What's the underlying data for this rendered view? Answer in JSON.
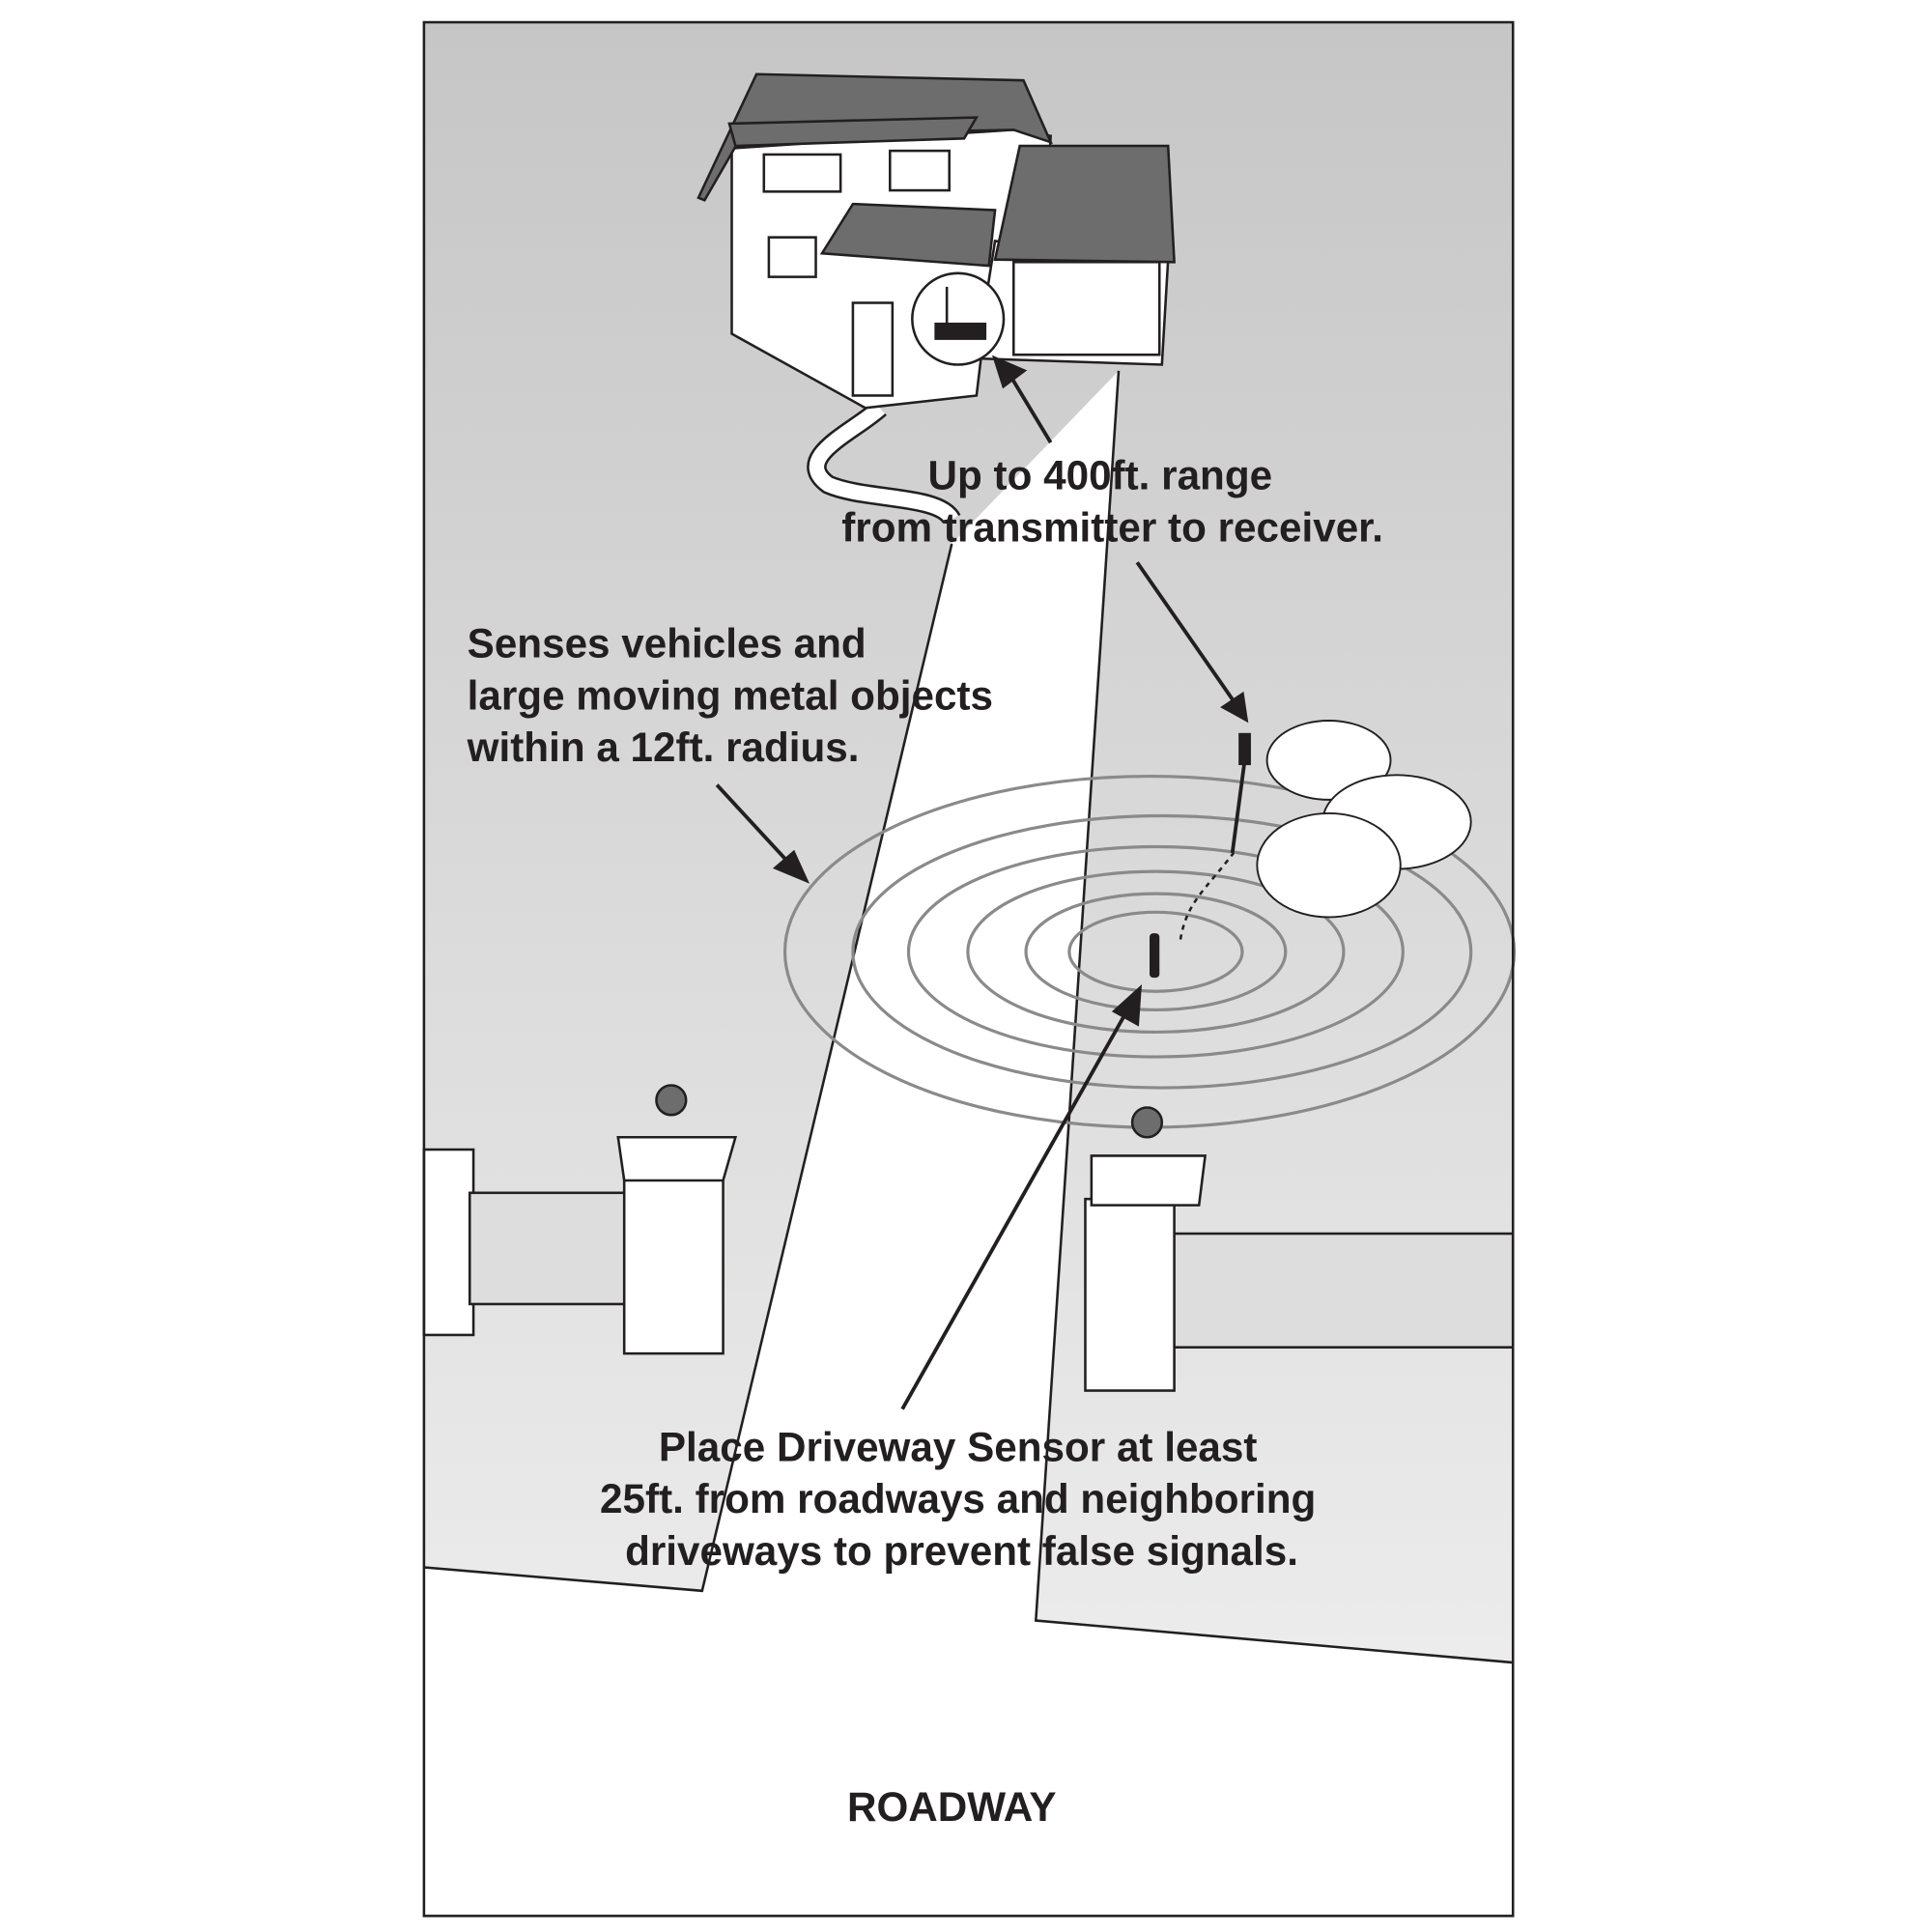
{
  "annotations": {
    "range": [
      "Up to 400ft. range",
      "from transmitter to receiver."
    ],
    "senses": [
      "Senses vehicles and",
      "large moving metal objects",
      "within a 12ft. radius."
    ],
    "placement": [
      "Place Driveway Sensor at least",
      "25ft. from roadways and neighboring",
      "driveways to prevent false signals."
    ],
    "roadway": "ROADWAY"
  },
  "colors": {
    "lawn": "#c9c9c9",
    "ink": "#231f20",
    "roof": "#6d6d6d",
    "rings": "#8a8a8a"
  }
}
